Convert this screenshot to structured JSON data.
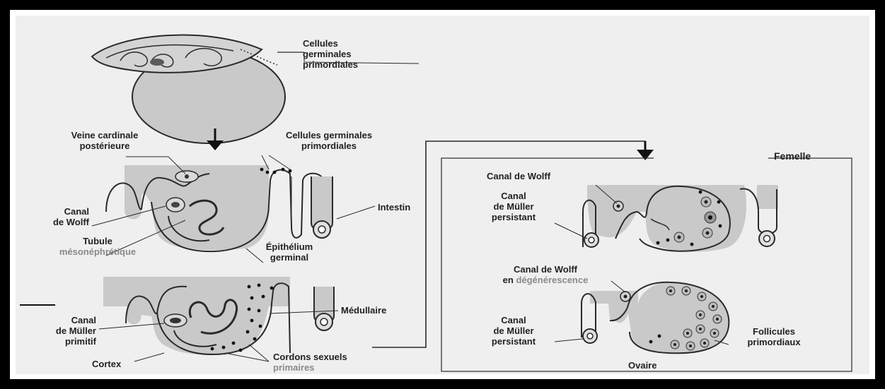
{
  "labels": {
    "cellules_top": "Cellules\ngerminales\nprimordiales",
    "veine_cardinale": "Veine cardinale\npostérieure",
    "cellules_mid": "Cellules germinales\nprimordiales",
    "canal_wolff_left": "Canal\nde Wolff",
    "intestin": "Intestin",
    "tubule_line1": "Tubule",
    "tubule_line2": "mésonéphrétique",
    "epithelium": "Épithélium\ngerminal",
    "medullaire": "Médullaire",
    "canal_muller_primitif": "Canal\nde Müller\nprimitif",
    "cortex": "Cortex",
    "cordons_line1": "Cordons sexuels",
    "cordons_line2": "primaires",
    "femelle": "Femelle",
    "canal_wolff_right": "Canal de Wolff",
    "canal_muller_persistant_1": "Canal\nde Müller\npersistant",
    "canal_wolff_degen_line1": "Canal de Wolff",
    "canal_wolff_degen_line2a": "en ",
    "canal_wolff_degen_line2b": "dégénérescence",
    "canal_muller_persistant_2": "Canal\nde Müller\npersistant",
    "follicules": "Follicules\nprimordiaux",
    "ovaire": "Ovaire"
  },
  "colors": {
    "tissue": "#c9c9c9",
    "tissue_dark": "#9a9a9a",
    "outline": "#2a2a2a",
    "background": "#efefef",
    "frame": "#000000",
    "faint_text": "#8a8a8a"
  }
}
